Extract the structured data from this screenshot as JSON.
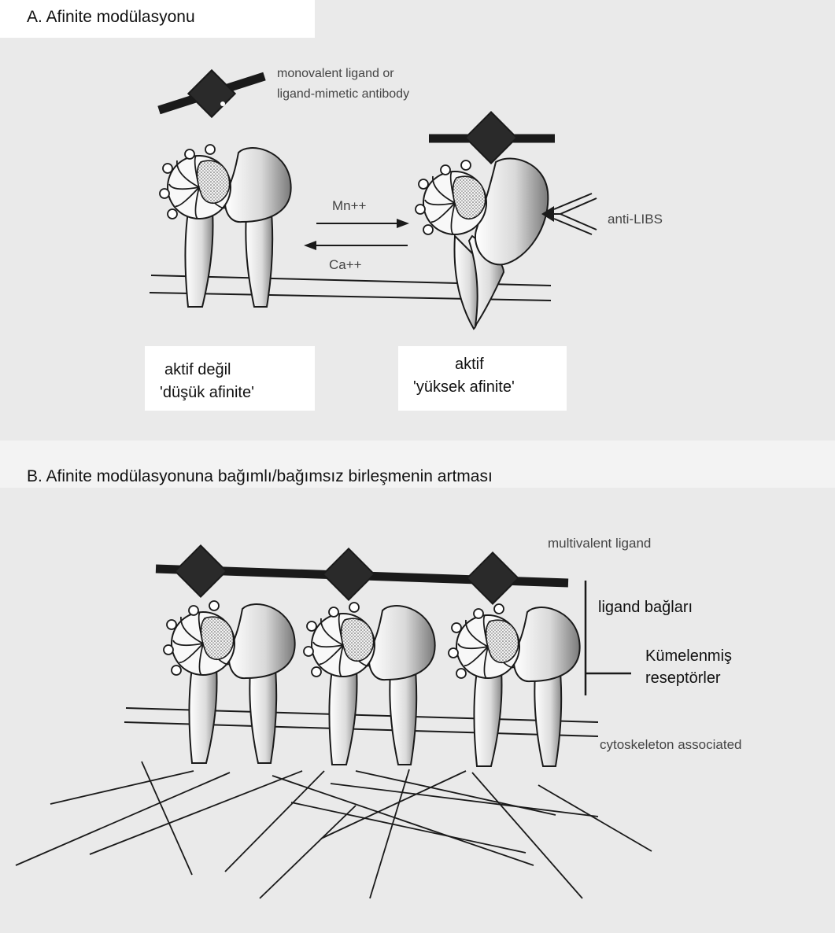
{
  "section_a": {
    "title": "A. Afinite modülasyonu",
    "ligand_label_line1": "monovalent ligand or",
    "ligand_label_line2": "ligand-mimetic antibody",
    "forward_arrow_label": "Mn++",
    "reverse_arrow_label": "Ca++",
    "antibody_label": "anti-LIBS",
    "inactive_line1": "aktif değil",
    "inactive_line2": "'düşük afinite'",
    "active_line1": "aktif",
    "active_line2": "'yüksek afinite'"
  },
  "section_b": {
    "title": "B. Afinite modülasyonuna bağımlı/bağımsız birleşmenin artması",
    "ligand_label": "multivalent ligand",
    "bonds_label": "ligand bağları",
    "cluster_line1": "Kümelenmiş",
    "cluster_line2": "reseptörler",
    "cytoskeleton_label": "cytoskeleton associated"
  },
  "colors": {
    "ink": "#1a1a1a",
    "background": "#ececec",
    "label_box": "#ffffff"
  }
}
